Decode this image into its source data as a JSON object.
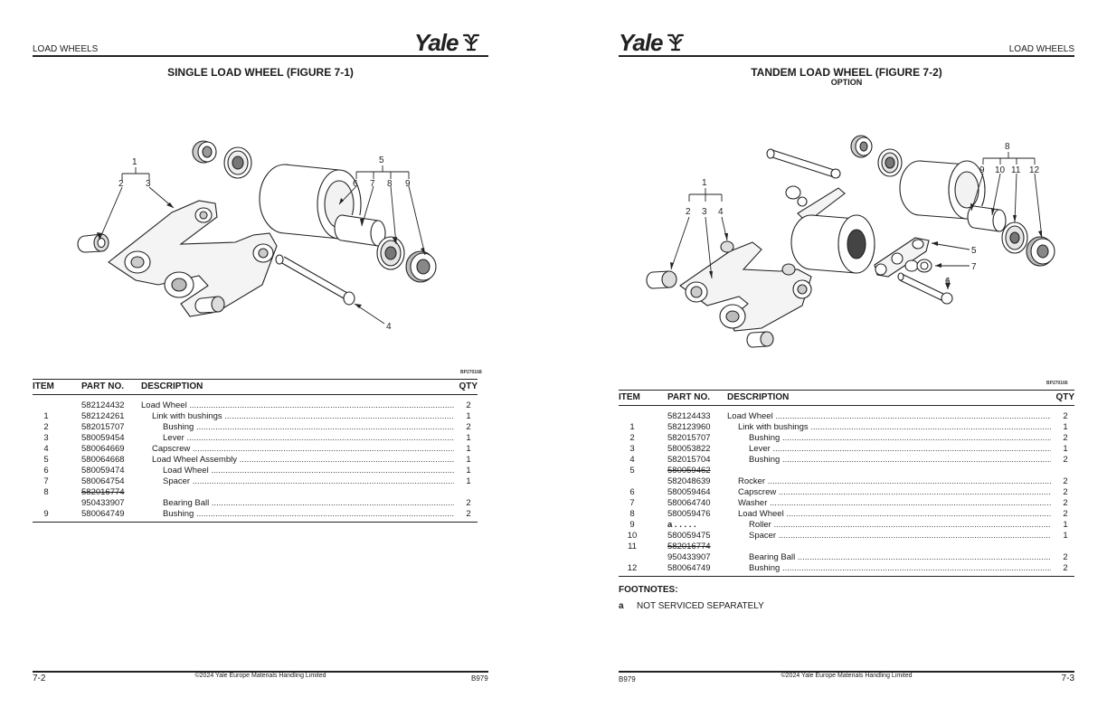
{
  "left": {
    "section": "LOAD WHEELS",
    "logo_text": "Yale",
    "title": "SINGLE LOAD WHEEL (FIGURE 7-1)",
    "figure_code": "BP270168",
    "table_headers": {
      "item": "ITEM",
      "part": "PART NO.",
      "desc": "DESCRIPTION",
      "qty": "QTY"
    },
    "rows": [
      {
        "item": "",
        "part": "582124432",
        "desc": "Load Wheel",
        "indent": 0,
        "qty": "2",
        "strike": false
      },
      {
        "item": "1",
        "part": "582124261",
        "desc": "Link with bushings",
        "indent": 1,
        "qty": "1",
        "strike": false
      },
      {
        "item": "2",
        "part": "582015707",
        "desc": "Bushing",
        "indent": 2,
        "qty": "2",
        "strike": false
      },
      {
        "item": "3",
        "part": "580059454",
        "desc": "Lever",
        "indent": 2,
        "qty": "1",
        "strike": false
      },
      {
        "item": "4",
        "part": "580064669",
        "desc": "Capscrew",
        "indent": 1,
        "qty": "1",
        "strike": false
      },
      {
        "item": "5",
        "part": "580064668",
        "desc": "Load Wheel Assembly",
        "indent": 1,
        "qty": "1",
        "strike": false
      },
      {
        "item": "6",
        "part": "580059474",
        "desc": "Load Wheel",
        "indent": 2,
        "qty": "1",
        "strike": false
      },
      {
        "item": "7",
        "part": "580064754",
        "desc": "Spacer",
        "indent": 2,
        "qty": "1",
        "strike": false
      },
      {
        "item": "8",
        "part": "582016774",
        "desc": "",
        "indent": 2,
        "qty": "",
        "strike": true
      },
      {
        "item": "",
        "part": "950433907",
        "desc": "Bearing Ball",
        "indent": 2,
        "qty": "2",
        "strike": false
      },
      {
        "item": "9",
        "part": "580064749",
        "desc": "Bushing",
        "indent": 2,
        "qty": "2",
        "strike": false
      }
    ],
    "page_number": "7-2",
    "copyright": "©2024 Yale Europe Materials Handling Limited",
    "doc_code": "B979",
    "callouts": [
      "1",
      "2",
      "3",
      "5",
      "6",
      "7",
      "8",
      "9",
      "4"
    ]
  },
  "right": {
    "section": "LOAD WHEELS",
    "logo_text": "Yale",
    "title": "TANDEM LOAD WHEEL (FIGURE 7-2)",
    "subtitle": "OPTION",
    "figure_code": "BP270166",
    "table_headers": {
      "item": "ITEM",
      "part": "PART NO.",
      "desc": "DESCRIPTION",
      "qty": "QTY"
    },
    "rows": [
      {
        "item": "",
        "part": "582124433",
        "desc": "Load Wheel",
        "indent": 0,
        "qty": "2",
        "strike": false
      },
      {
        "item": "1",
        "part": "582123960",
        "desc": "Link with bushings",
        "indent": 1,
        "qty": "1",
        "strike": false
      },
      {
        "item": "2",
        "part": "582015707",
        "desc": "Bushing",
        "indent": 2,
        "qty": "2",
        "strike": false
      },
      {
        "item": "3",
        "part": "580053822",
        "desc": "Lever",
        "indent": 2,
        "qty": "1",
        "strike": false
      },
      {
        "item": "4",
        "part": "582015704",
        "desc": "Bushing",
        "indent": 2,
        "qty": "2",
        "strike": false
      },
      {
        "item": "5",
        "part": "580059462",
        "desc": "",
        "indent": 1,
        "qty": "",
        "strike": true
      },
      {
        "item": "",
        "part": "582048639",
        "desc": "Rocker",
        "indent": 1,
        "qty": "2",
        "strike": false
      },
      {
        "item": "6",
        "part": "580059464",
        "desc": "Capscrew",
        "indent": 1,
        "qty": "2",
        "strike": false
      },
      {
        "item": "7",
        "part": "580064740",
        "desc": "Washer",
        "indent": 1,
        "qty": "2",
        "strike": false
      },
      {
        "item": "8",
        "part": "580059476",
        "desc": "Load Wheel",
        "indent": 1,
        "qty": "2",
        "strike": false
      },
      {
        "item": "9",
        "part": "a . . . . .",
        "desc": "Roller",
        "indent": 2,
        "qty": "1",
        "strike": false,
        "bold_a": true
      },
      {
        "item": "10",
        "part": "580059475",
        "desc": "Spacer",
        "indent": 2,
        "qty": "1",
        "strike": false
      },
      {
        "item": "11",
        "part": "582016774",
        "desc": "",
        "indent": 2,
        "qty": "",
        "strike": true
      },
      {
        "item": "",
        "part": "950433907",
        "desc": "Bearing Ball",
        "indent": 2,
        "qty": "2",
        "strike": false
      },
      {
        "item": "12",
        "part": "580064749",
        "desc": "Bushing",
        "indent": 2,
        "qty": "2",
        "strike": false
      }
    ],
    "footnotes_title": "FOOTNOTES:",
    "footnote_mark": "a",
    "footnote_text": "NOT SERVICED SEPARATELY",
    "page_number": "7-3",
    "copyright": "©2024 Yale Europe Materials Handling Limited",
    "doc_code": "B979",
    "callouts": [
      "8",
      "9",
      "10",
      "11",
      "12",
      "1",
      "2",
      "3",
      "4",
      "5",
      "7",
      "6"
    ]
  }
}
